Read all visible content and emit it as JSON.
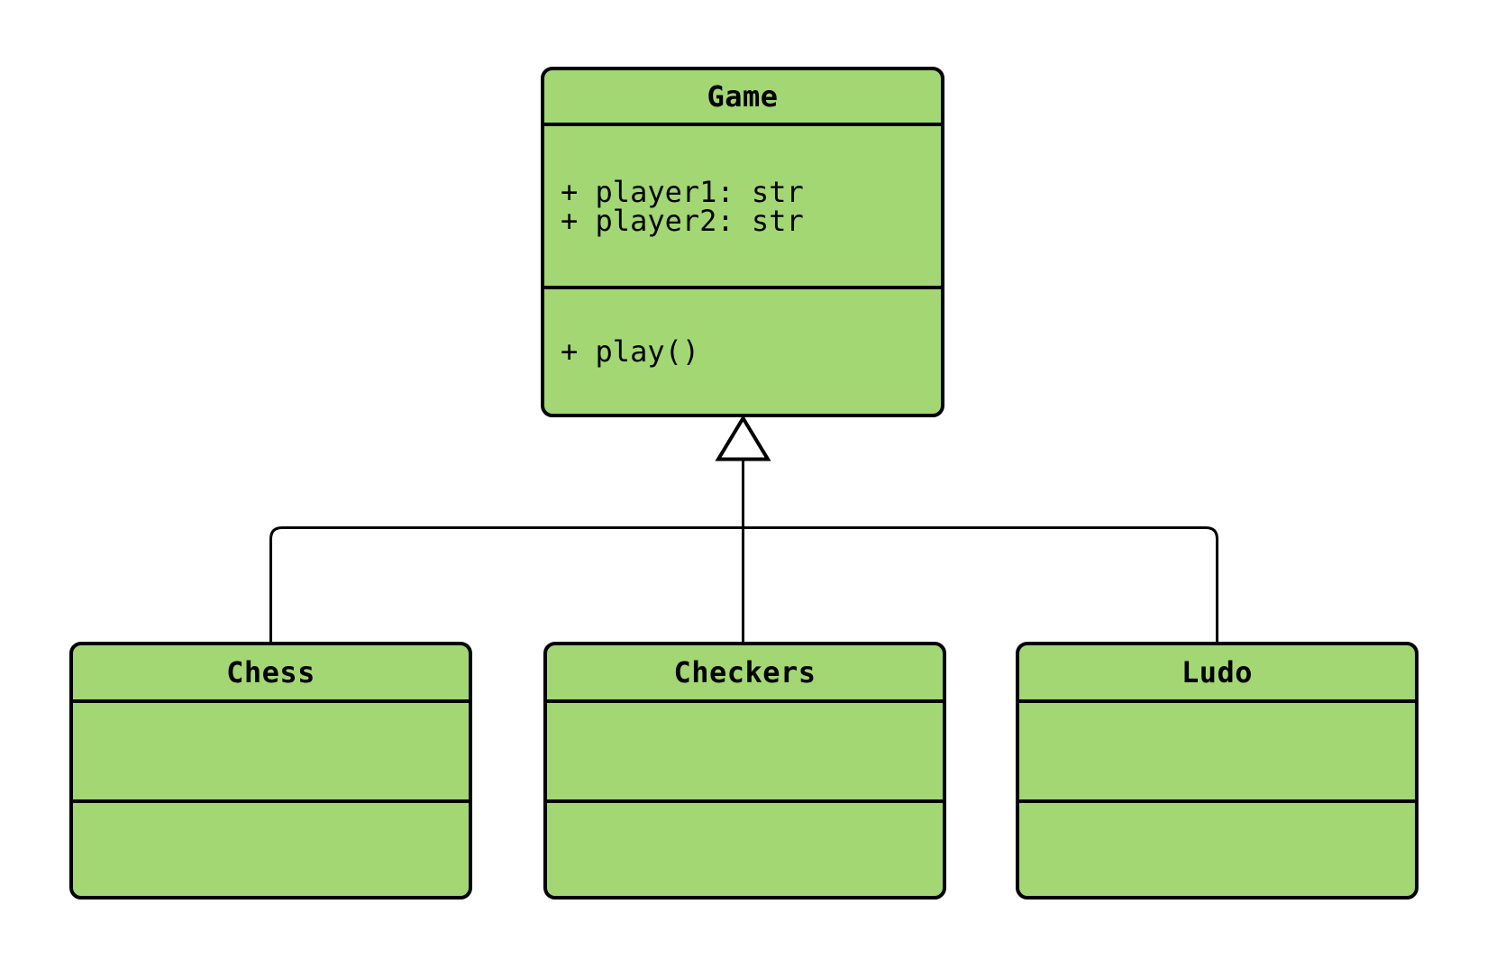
{
  "diagram": {
    "type": "uml-class-diagram",
    "background": "#ffffff",
    "node_fill": "#a2d774",
    "line_color": "#000000",
    "classes": [
      {
        "name": "Game",
        "attributes": [
          "+ player1: str",
          "+ player2: str"
        ],
        "methods": [
          "+ play()"
        ]
      },
      {
        "name": "Chess",
        "attributes": [],
        "methods": []
      },
      {
        "name": "Checkers",
        "attributes": [],
        "methods": []
      },
      {
        "name": "Ludo",
        "attributes": [],
        "methods": []
      }
    ],
    "relations": [
      {
        "from": "Chess",
        "to": "Game",
        "type": "inheritance"
      },
      {
        "from": "Checkers",
        "to": "Game",
        "type": "inheritance"
      },
      {
        "from": "Ludo",
        "to": "Game",
        "type": "inheritance"
      }
    ]
  }
}
